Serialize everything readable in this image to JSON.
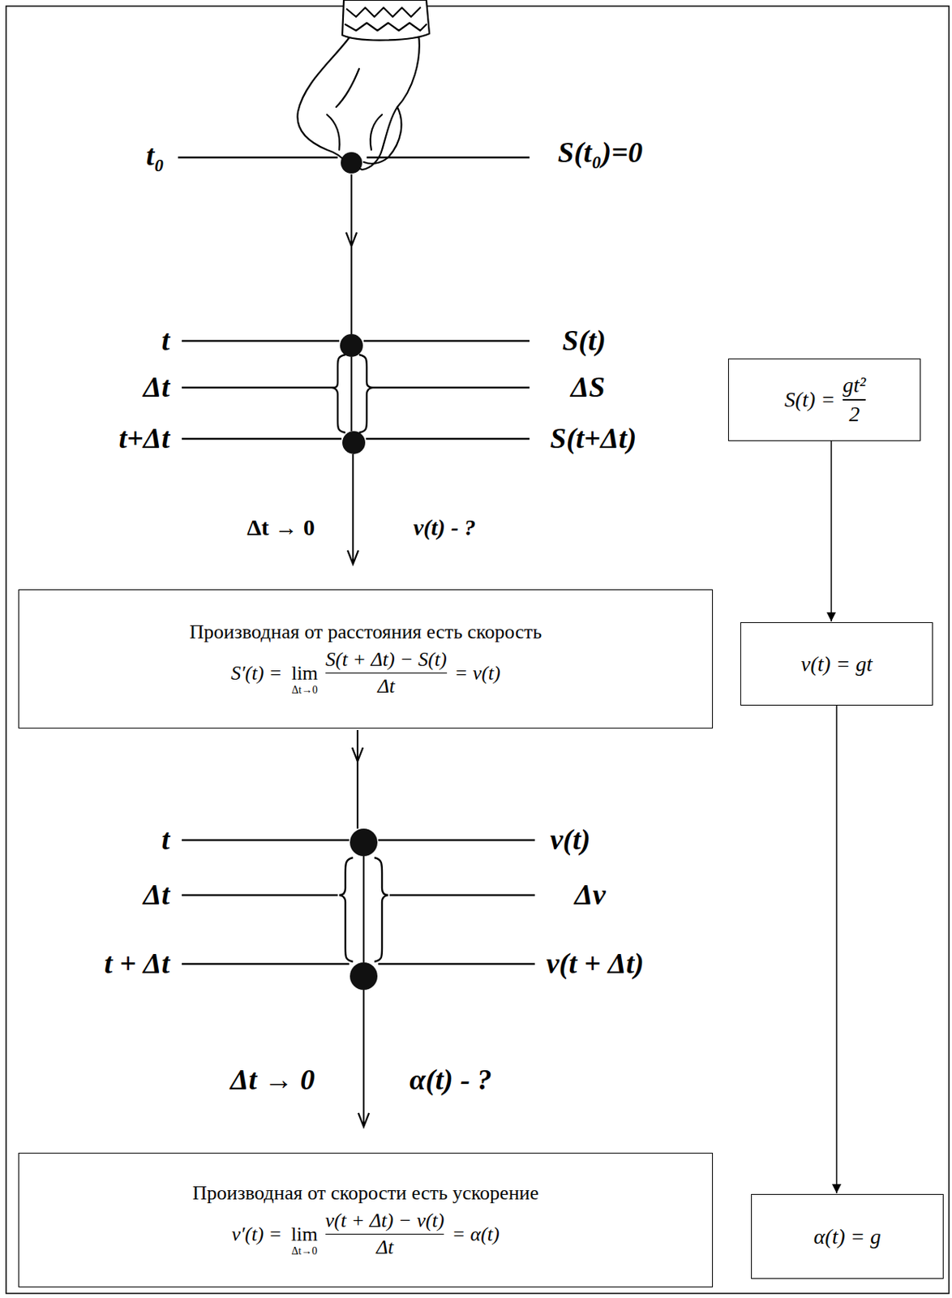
{
  "diagram": {
    "nodes": [
      {
        "text": [
          "S(t) =",
          "gt²",
          "2"
        ]
      },
      {
        "text": [
          "Производная от расстояния есть скорость",
          "S′(t) =",
          "lim",
          "Δt→0",
          "S(t + Δt) − S(t)",
          "Δt",
          "= v(t)"
        ]
      },
      {
        "text": [
          "v(t) = gt"
        ]
      },
      {
        "text": [
          "Производная от скорости есть ускорение",
          "v′(t) =",
          "lim",
          "Δt→0",
          "v(t + Δt) − v(t)",
          "Δt",
          "= α(t)"
        ]
      },
      {
        "text": [
          "α(t) = g"
        ]
      }
    ],
    "edges": [
      {
        "from": 0,
        "to": 2,
        "arrow": "to"
      },
      {
        "from": 2,
        "to": 4,
        "arrow": "to"
      }
    ],
    "labels": [
      "t₀",
      "S(t₀)=0",
      "t",
      "S(t)",
      "Δt",
      "ΔS",
      "t+Δt",
      "S(t+Δt)",
      "Δt → 0",
      "v(t) - ?",
      "t",
      "v(t)",
      "Δt",
      "Δv",
      "t + Δt",
      "v(t + Δt)",
      "Δt → 0",
      "α(t) - ?"
    ]
  }
}
